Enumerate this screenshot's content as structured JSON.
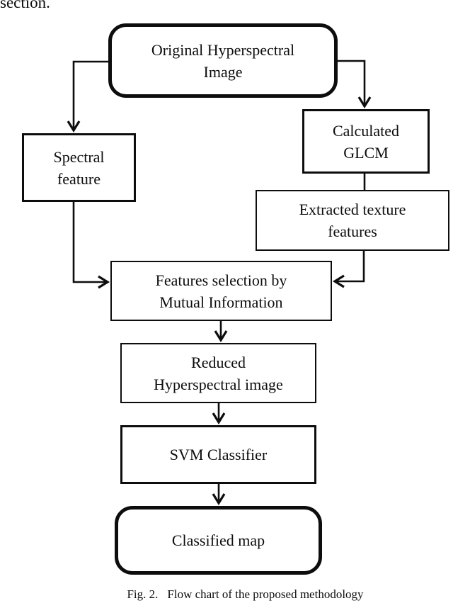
{
  "page_text": {
    "top_fragment": "section."
  },
  "diagram": {
    "type": "flowchart",
    "nodes": {
      "original": {
        "shape": "rounded-terminator",
        "line1": "Original Hyperspectral",
        "line2": "Image"
      },
      "spectral": {
        "shape": "rect",
        "line1": "Spectral",
        "line2": "feature"
      },
      "glcm": {
        "shape": "rect",
        "line1": "Calculated",
        "line2": "GLCM"
      },
      "texture": {
        "shape": "rect",
        "line1": "Extracted texture",
        "line2": "features"
      },
      "selection": {
        "shape": "rect",
        "line1": "Features selection by",
        "line2": "Mutual Information"
      },
      "reduced": {
        "shape": "rect",
        "line1": "Reduced",
        "line2": "Hyperspectral image"
      },
      "svm": {
        "shape": "rect",
        "line1": "SVM Classifier"
      },
      "classified": {
        "shape": "rounded-terminator",
        "line1": "Classified map"
      }
    },
    "edges": [
      {
        "from": "original",
        "to": "spectral",
        "arrowhead": true
      },
      {
        "from": "original",
        "to": "glcm",
        "arrowhead": true
      },
      {
        "from": "glcm",
        "to": "texture",
        "arrowhead": false
      },
      {
        "from": "spectral",
        "to": "selection",
        "arrowhead": true
      },
      {
        "from": "texture",
        "to": "selection",
        "arrowhead": true
      },
      {
        "from": "selection",
        "to": "reduced",
        "arrowhead": true
      },
      {
        "from": "reduced",
        "to": "svm",
        "arrowhead": true
      },
      {
        "from": "svm",
        "to": "classified",
        "arrowhead": true
      }
    ],
    "colors": {
      "stroke": "#0d0d0d",
      "fill": "#ffffff",
      "text": "#0d0d0d",
      "background": "#ffffff"
    }
  },
  "figure": {
    "caption_label": "Fig. 2.",
    "caption_text": "Flow chart of the proposed methodology"
  }
}
